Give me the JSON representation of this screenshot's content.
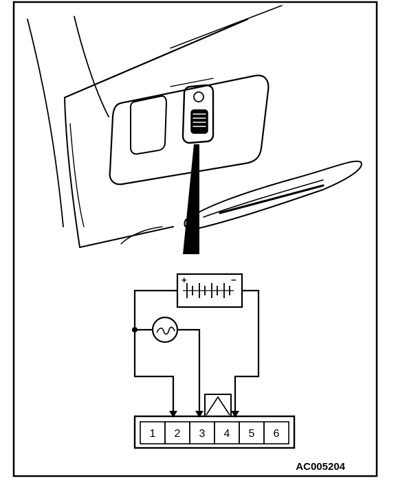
{
  "figure": {
    "code": "AC005204"
  },
  "battery": {
    "positive_sign": "+",
    "negative_sign": "−"
  },
  "connector": {
    "pins": [
      "1",
      "2",
      "3",
      "4",
      "5",
      "6"
    ]
  }
}
